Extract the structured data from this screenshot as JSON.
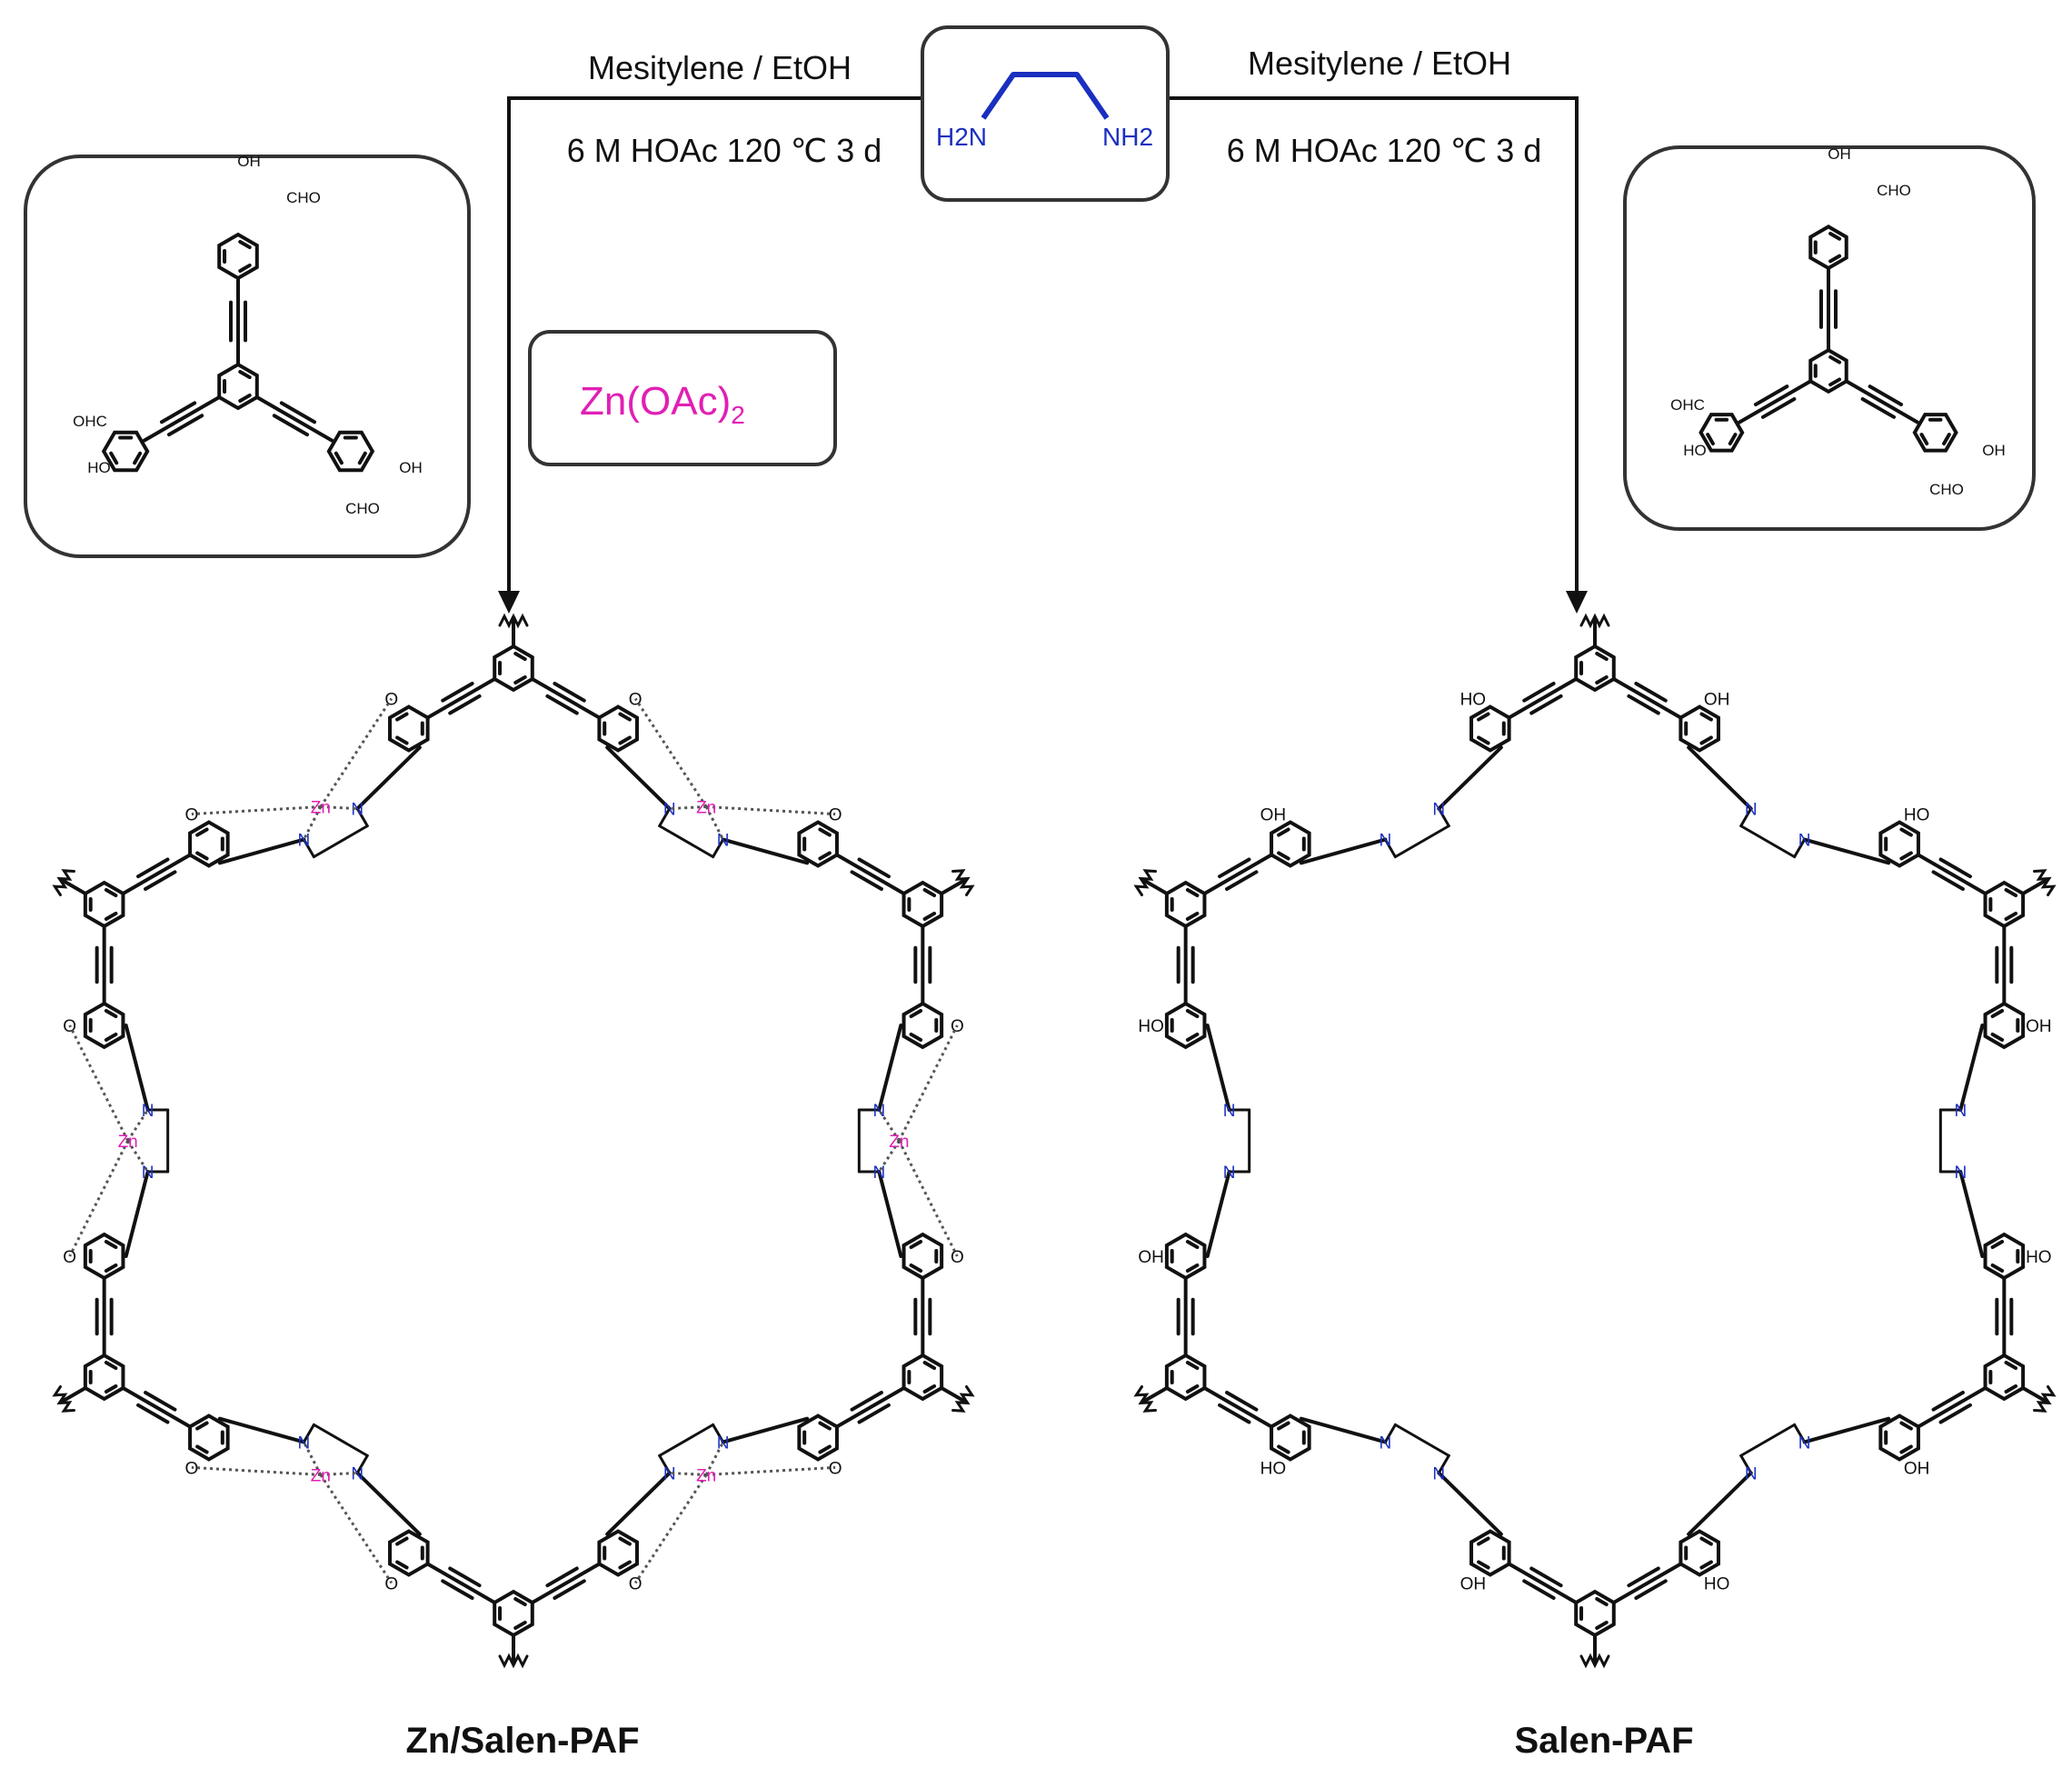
{
  "conditions": {
    "left_top": "Mesitylene / EtOH",
    "left_bottom": "6 M HOAc 120 ℃ 3 d",
    "right_top": "Mesitylene / EtOH",
    "right_bottom": "6 M HOAc 120 ℃ 3 d"
  },
  "diamine": {
    "left_group": "H2N",
    "right_group": "NH2"
  },
  "reagent": {
    "base": "Zn(OAc)",
    "subscript": "2"
  },
  "monomer_labels": {
    "oh": "OH",
    "cho": "CHO",
    "ohc": "OHC",
    "ho": "HO"
  },
  "network_labels": {
    "n": "N",
    "o": "O",
    "zn": "Zn",
    "oh": "OH",
    "ho": "HO"
  },
  "products": {
    "left": "Zn/Salen-PAF",
    "right": "Salen-PAF"
  },
  "colors": {
    "nitrogen": "#1a2fc0",
    "zinc": "#e11fb4",
    "bond": "#111111",
    "box_stroke": "#333333"
  }
}
